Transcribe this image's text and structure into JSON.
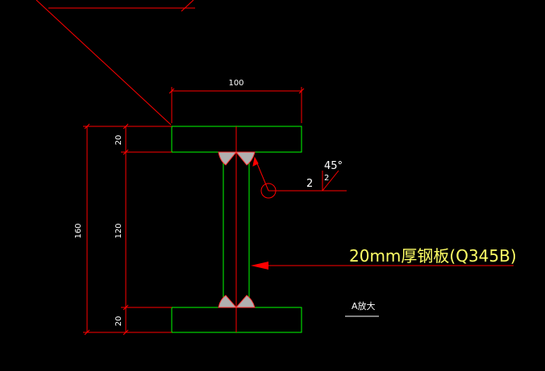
{
  "drawing": {
    "dimensions": {
      "top_width": "100",
      "flange_top": "20",
      "web_height": "120",
      "flange_bottom": "20",
      "total_height": "160"
    },
    "weld_symbol": {
      "angle": "45°",
      "size": "2",
      "gap": "2"
    },
    "callout": {
      "plate_label": "20mm厚钢板(Q345B)"
    },
    "detail": {
      "label": "A放大"
    },
    "colors": {
      "background": "#000000",
      "outline": "#00ff00",
      "dimension": "#ff0000",
      "weld_fill": "#b0b0b0",
      "label_text": "#ffff66",
      "dim_text": "#ffffff"
    }
  }
}
